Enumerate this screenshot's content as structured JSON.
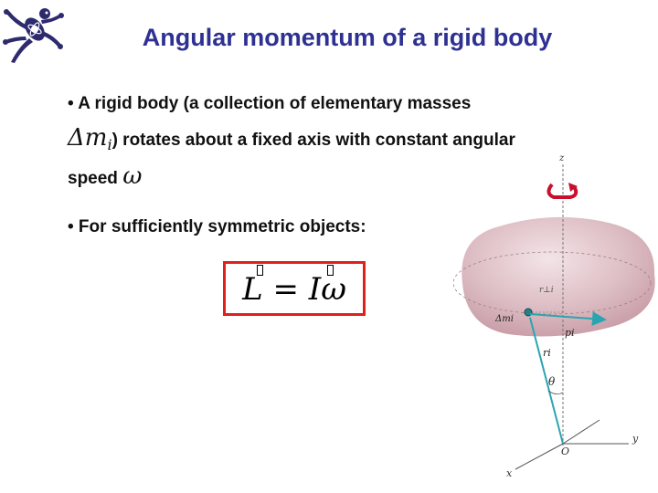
{
  "slide": {
    "title": "Angular momentum of a rigid body",
    "bullet1": {
      "line1": "• A rigid body (a collection of elementary masses",
      "symbol_mass": "Δm",
      "symbol_sub": "i",
      "line2_rest": ") rotates about a fixed axis with constant angular",
      "line3_prefix": "speed ",
      "symbol_omega": "ω"
    },
    "bullet2": "• For sufficiently symmetric objects:"
  },
  "equation": {
    "L": "L",
    "equals": "=",
    "I": "I",
    "omega": "ω"
  },
  "figure": {
    "label_z": "z",
    "label_y": "y",
    "label_x": "x",
    "label_O": "O",
    "label_theta": "θ",
    "label_r_perp": "r⊥i",
    "label_dm": "Δmi",
    "label_p": "pi",
    "label_r": "ri"
  },
  "colors": {
    "title": "#2e3192",
    "box": "#e0201b",
    "body": "#d9b3bb",
    "vector": "#2aa5b0"
  }
}
